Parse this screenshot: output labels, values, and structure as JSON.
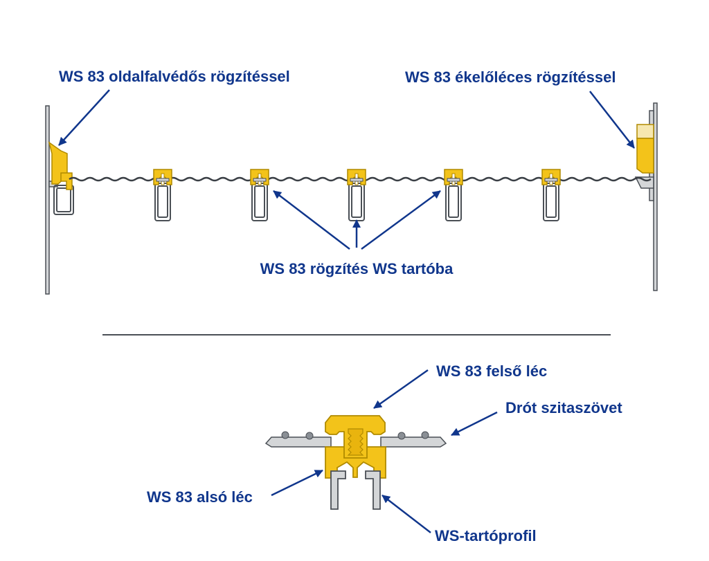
{
  "colors": {
    "label": "#10368c",
    "clip_fill": "#f3c31a",
    "clip_stroke": "#b08a00",
    "metal_fill": "#d4d6d8",
    "metal_stroke": "#4a4f55",
    "wire": "#3a3f45",
    "wedge_light": "#f6e7b0"
  },
  "icons": {
    "clip": "ws83-clip-icon",
    "arrow": "arrow-icon"
  },
  "labels": {
    "side_wall": "WS 83 oldalfalvédős rögzítéssel",
    "wedge_bar": "WS 83 ékelőléces rögzítéssel",
    "ws_support": "WS 83 rögzítés WS tartóba",
    "top_bar": "WS 83 felső léc",
    "wire_mesh": "Drót szitaszövet",
    "bottom_bar": "WS 83 alsó léc",
    "ws_profile": "WS-tartóprofil"
  }
}
